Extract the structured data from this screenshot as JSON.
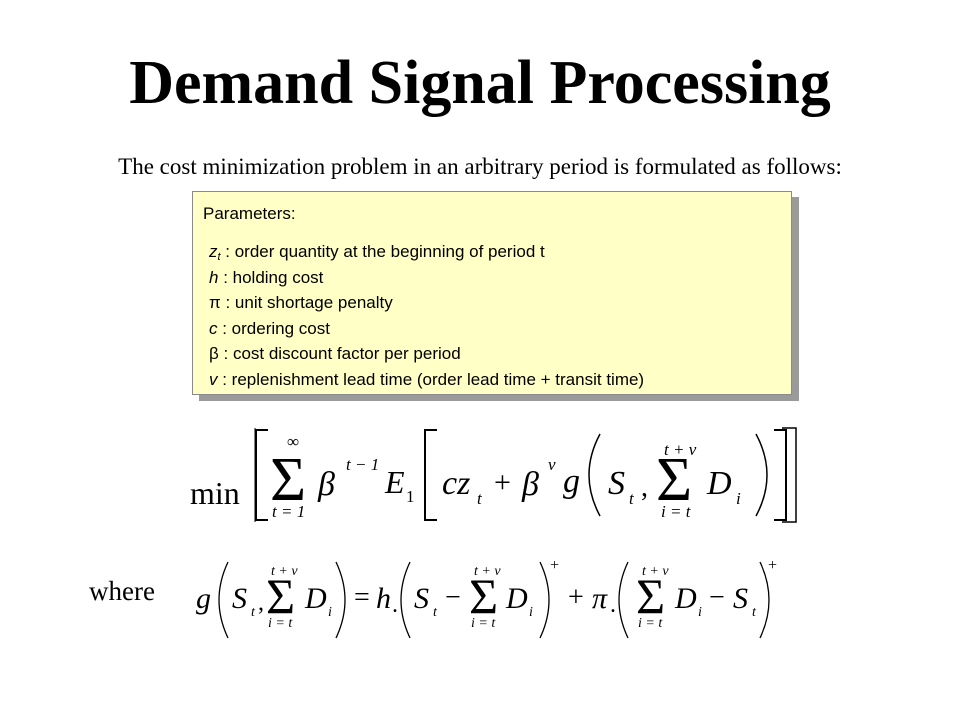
{
  "slide": {
    "title": "Demand Signal Processing",
    "intro": "The cost minimization problem in an arbitrary period is formulated as follows:",
    "where_label": "where"
  },
  "parameters": {
    "heading": "Parameters:",
    "items": [
      {
        "symbol": "z",
        "subscript": "t",
        "description": " : order quantity at the beginning of period t"
      },
      {
        "symbol": "h",
        "subscript": "",
        "description": " : holding cost"
      },
      {
        "symbol": "π",
        "subscript": "",
        "description": " : unit shortage penalty"
      },
      {
        "symbol": "c",
        "subscript": "",
        "description": " : ordering cost"
      },
      {
        "symbol": "β",
        "subscript": "",
        "description": " : cost discount factor per period"
      },
      {
        "symbol": "v",
        "subscript": "",
        "description": " : replenishment lead time (order lead time + transit time)"
      }
    ]
  },
  "objective": {
    "operator": "min",
    "sum_upper": "∞",
    "sum_lower": "t = 1",
    "beta": "β",
    "beta_exp": "t − 1",
    "expectation": "E",
    "expectation_sub": "1",
    "cz": "cz",
    "cz_sub": "t",
    "plus": "+",
    "beta2": "β",
    "beta2_exp": "v",
    "g": "g",
    "S": "S",
    "S_sub": "t",
    "comma": ",",
    "inner_sum_upper": "t + v",
    "inner_sum_lower": "i = t",
    "D": "D",
    "D_sub": "i"
  },
  "definition": {
    "g": "g",
    "S": "S",
    "S_sub": "t",
    "comma": ",",
    "sum_upper": "t + v",
    "sum_lower": "i = t",
    "D": "D",
    "D_sub": "i",
    "equals": "=",
    "h": "h",
    "dot": ".",
    "minus": "−",
    "plus_sup": "+",
    "plus": "+",
    "pi": "π"
  }
}
